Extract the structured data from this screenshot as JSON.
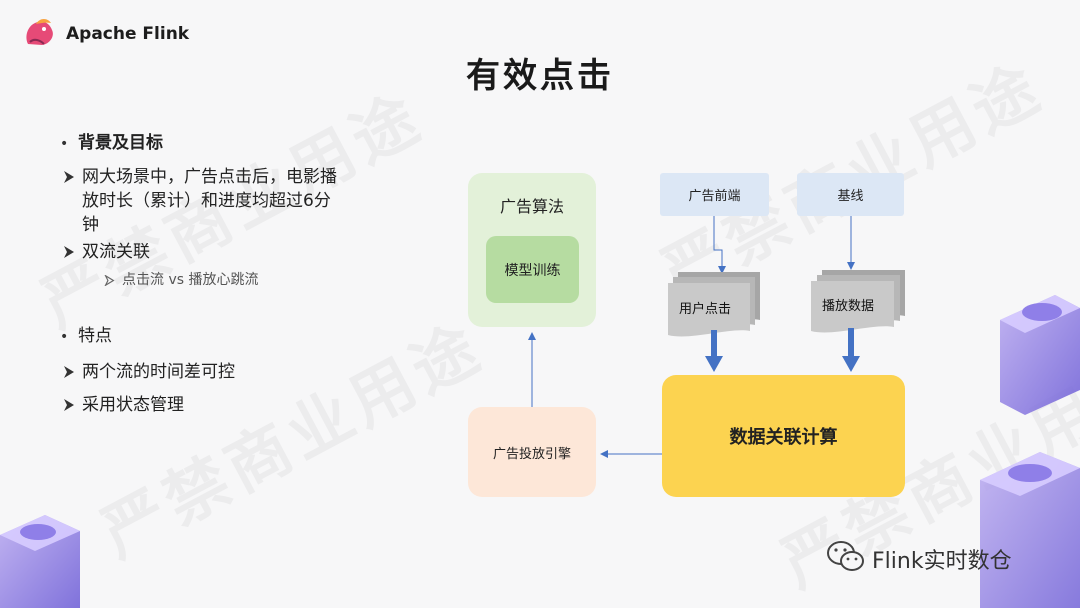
{
  "header": {
    "brand": "Apache Flink",
    "title": "有效点击"
  },
  "left": {
    "section1": "背景及目标",
    "item1_line1": "网大场景中，广告点击后，电影播",
    "item1_line2": "放时长（累计）和进度均超过6分",
    "item1_line3": "钟",
    "item2": "双流关联",
    "sub_item": "点击流 vs 播放心跳流",
    "section2": "特点",
    "item3": "两个流的时间差可控",
    "item4": "采用状态管理"
  },
  "diagram": {
    "algo": "广告算法",
    "train": "模型训练",
    "engine": "广告投放引擎",
    "compute": "数据关联计算",
    "frontend": "广告前端",
    "baseline": "基线",
    "user_click": "用户点击",
    "play_data": "播放数据"
  },
  "watermark": "严禁商业用途",
  "footer": {
    "text": "Flink实时数仓"
  },
  "colors": {
    "algo_bg": "#e3f1d9",
    "train_bg": "#b6dca1",
    "engine_bg": "#fde7d8",
    "compute_bg": "#fcd350",
    "source_bg": "#dce7f5",
    "arrow_blue": "#4472c4"
  }
}
